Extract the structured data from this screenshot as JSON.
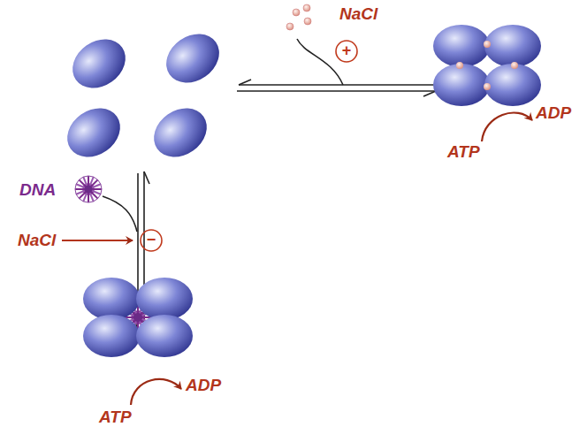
{
  "diagram": {
    "labels": [
      "NaCl",
      "+",
      "DNA",
      "NaCl",
      "−",
      "ATP",
      "ADP",
      "ATP",
      "ADP"
    ]
  }
}
